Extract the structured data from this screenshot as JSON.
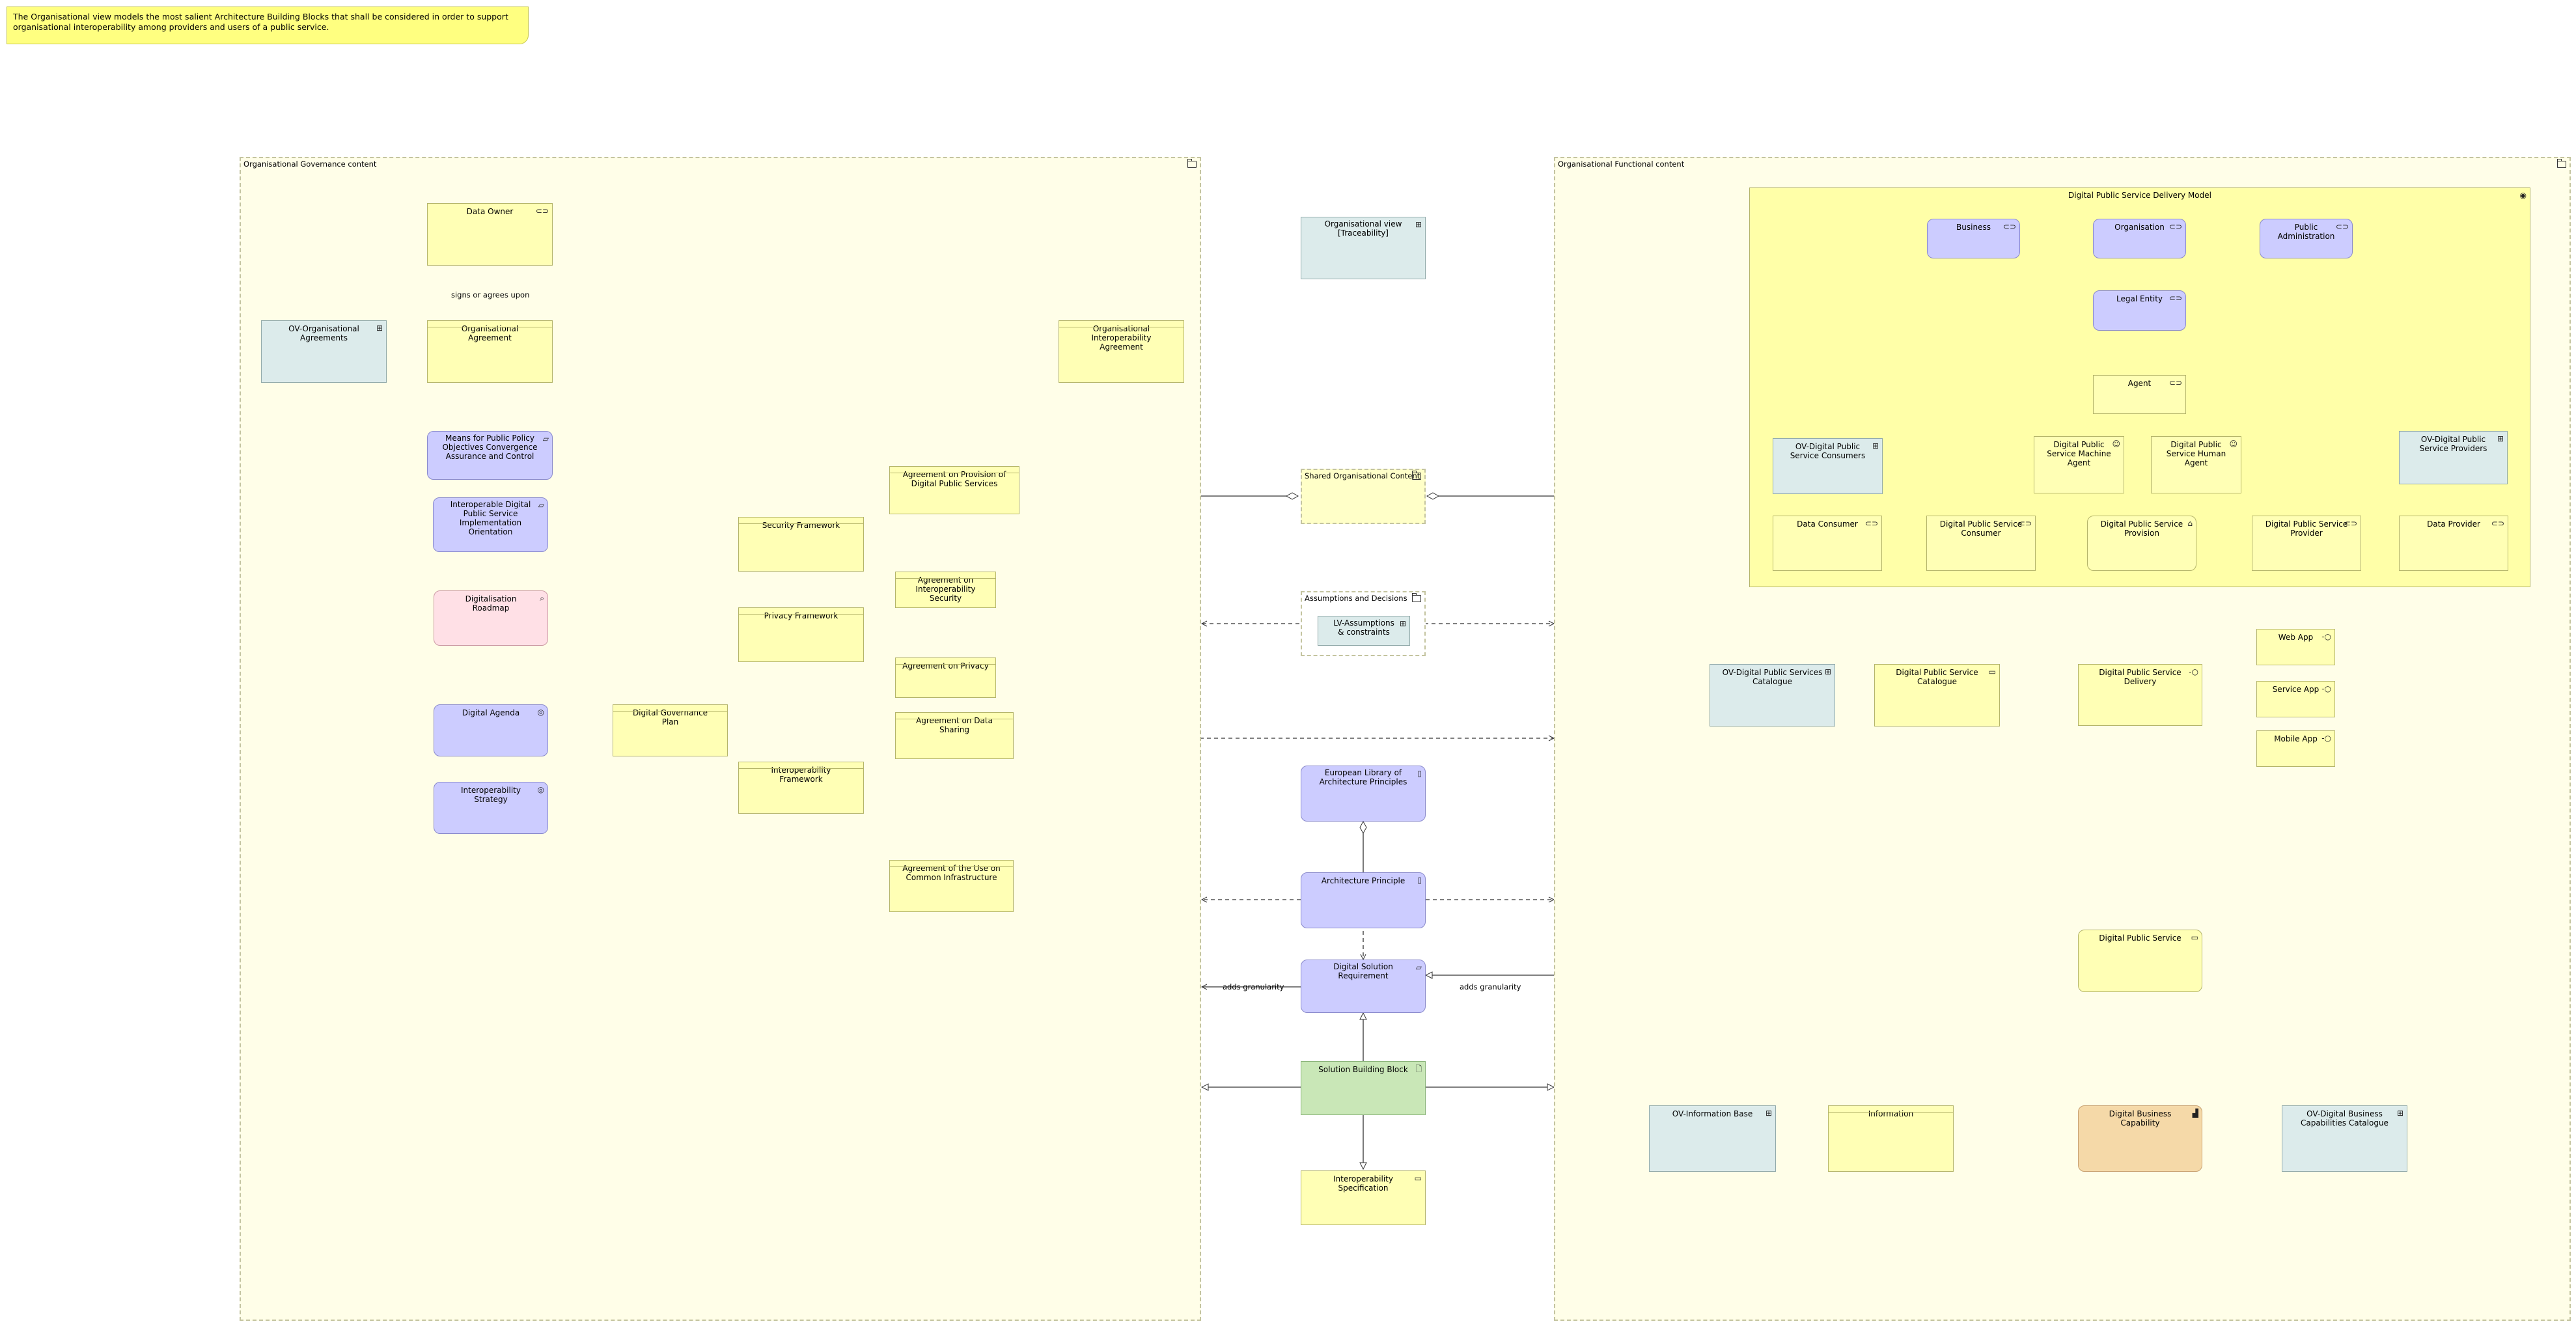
{
  "note": "The Organisational view models the most salient Architecture Building Blocks that shall be considered in order to support organisational interoperability among providers and users of a public service.",
  "groups": {
    "governance": "Organisational Governance content",
    "functional": "Organisational Functional content",
    "delivery_model": "Digital Public Service Delivery Model",
    "shared": "Shared Organisational Content",
    "assumptions": "Assumptions and Decisions"
  },
  "nodes": {
    "data_owner": "Data Owner",
    "ov_org_agreements": "OV-Organisational Agreements",
    "org_agreement": "Organisational Agreement",
    "org_interop_agreement": "Organisational Interoperability Agreement",
    "means_public_policy": "Means for Public Policy Objectives Convergence Assurance and Control",
    "interop_dps_orientation": "Interoperable Digital Public Service Implementation Orientation",
    "digitalisation_roadmap": "Digitalisation Roadmap",
    "digital_agenda": "Digital Agenda",
    "interop_strategy": "Interoperability Strategy",
    "digital_governance_plan": "Digital Governance Plan",
    "agreement_provision": "Agreement on Provision of Digital Public Services",
    "security_framework": "Security Framework",
    "agreement_interop_security": "Agreement on Interoperability Security",
    "privacy_framework": "Privacy Framework",
    "agreement_privacy": "Agreement on Privacy",
    "agreement_data_sharing": "Agreement on Data Sharing",
    "interop_framework": "Interoperability Framework",
    "agreement_common_infra": "Agreement of the Use on Common Infrastructure",
    "ov_traceability": "Organisational view [Traceability]",
    "lv_assumptions": "LV-Assumptions & constraints",
    "european_library": "European Library of Architecture Principles",
    "architecture_principle": "Architecture Principle",
    "digital_solution_req": "Digital Solution Requirement",
    "solution_building_block": "Solution Building Block",
    "interop_specification": "Interoperability Specification",
    "business": "Business",
    "organisation": "Organisation",
    "public_administration": "Public Administration",
    "legal_entity": "Legal Entity",
    "agent": "Agent",
    "ov_dps_consumers": "OV-Digital Public Service Consumers",
    "machine_agent": "Digital Public Service Machine Agent",
    "human_agent": "Digital Public Service Human Agent",
    "ov_dps_providers": "OV-Digital Public Service Providers",
    "data_consumer": "Data Consumer",
    "dps_consumer": "Digital Public Service Consumer",
    "dps_provision": "Digital Public Service Provision",
    "dps_provider": "Digital Public Service Provider",
    "data_provider": "Data Provider",
    "ov_dps_catalogue": "OV-Digital Public Services Catalogue",
    "dps_catalogue": "Digital Public Service Catalogue",
    "dps_delivery": "Digital Public Service Delivery",
    "web_app": "Web App",
    "service_app": "Service App",
    "mobile_app": "Mobile App",
    "digital_public_service": "Digital Public Service",
    "ov_information_base": "OV-Information Base",
    "information": "Information",
    "digital_business_capability": "Digital Business Capability",
    "ov_dbc_catalogue": "OV-Digital Business Capabilities Catalogue"
  },
  "edge_labels": {
    "signs": "signs or agrees upon",
    "adds_granularity_left": "adds granularity",
    "adds_granularity_right": "adds granularity"
  },
  "colors": {
    "business_object": "#ffffb5",
    "motivation": "#ccccff",
    "view_reference": "#dcebeb",
    "deliverable": "#ffe0e6",
    "artifact": "#c9e7b7",
    "capability": "#f5d9a8",
    "note": "#ffff80",
    "group_fill": "#fffee8"
  },
  "icons": {
    "business_object": "role-icon",
    "motivation": "requirement-icon",
    "view": "diagram-icon",
    "artifact": "artifact-icon",
    "capability": "capability-icon",
    "actor": "actor-icon",
    "interface": "interface-icon"
  }
}
